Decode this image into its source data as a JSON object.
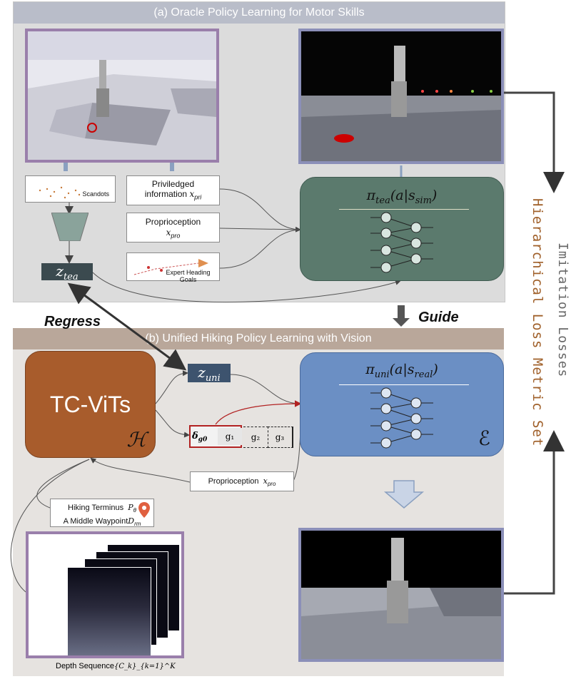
{
  "panel_a": {
    "header": "(a) Oracle Policy Learning for Motor Skills"
  },
  "panel_b": {
    "header": "(b) Unified Hiking Policy Learning with Vision"
  },
  "scandots_label": "Scandots",
  "priv_info": {
    "line1": "Priviledged",
    "line2": "information",
    "var": "𝑥",
    "sub": "pri"
  },
  "proprio_a": {
    "line1": "Proprioception",
    "var": "𝑥",
    "sub": "pro"
  },
  "expert_label": "Expert Heading Goals",
  "z_tea": {
    "var": "z",
    "sub": "tea"
  },
  "z_uni": {
    "var": "z",
    "sub": "uni"
  },
  "pi_tea": "π_tea(a|s_sim)",
  "pi_tea_parts": {
    "pi": "π",
    "sub": "tea",
    "rest": "(a|s",
    "sub2": "sim",
    "close": ")"
  },
  "pi_uni_parts": {
    "pi": "π",
    "sub": "uni",
    "rest": "(a|s",
    "sub2": "real",
    "close": ")"
  },
  "tcvits": {
    "title": "TC-ViTs",
    "symbol": "ℋ"
  },
  "encoder_symbol": "ℰ",
  "goal_seq": {
    "d": "δ",
    "dsub": "g0",
    "g1": "g₁",
    "g2": "g₂",
    "g3": "g₃"
  },
  "proprio_b": {
    "label": "Proprioception",
    "var": "𝑥",
    "sub": "pro"
  },
  "hiking": {
    "line1": "Hiking Terminus",
    "p": "P",
    "psub": "θ",
    "line2": "A Middle Waypoint",
    "d": "D",
    "dsub": "rm"
  },
  "depth_seq": {
    "label": "Depth Sequence",
    "formula": "{C_k}_{k=1}^K"
  },
  "regress_label": "Regress",
  "guide_label": "Guide",
  "side_gray": "Imitation Losses",
  "side_brown": "Hierarchical Loss Metric Set",
  "colors": {
    "teacher_policy": "#5b7a6d",
    "student_policy": "#6b8fc4",
    "tcvits": "#a85c2c",
    "side_brown": "#a0602a"
  }
}
